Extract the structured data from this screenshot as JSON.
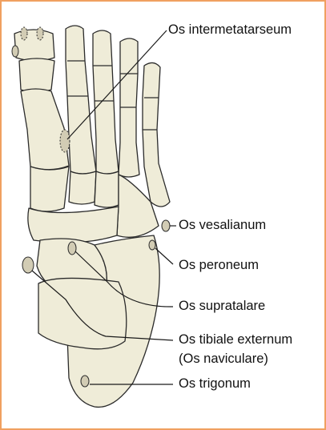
{
  "colors": {
    "frame": "#f0a060",
    "bone_fill": "#efecd8",
    "bone_stroke": "#2b2b2b",
    "ossicle_fill": "#d2ccb4",
    "leader": "#1a1a1a"
  },
  "labels": {
    "intermetatarseum": "Os intermetatarseum",
    "vesalianum": "Os vesalianum",
    "peroneum": "Os peroneum",
    "supratalare": "Os supratalare",
    "tibiale_externum": "Os tibiale externum",
    "naviculare": "(Os naviculare)",
    "trigonum": "Os trigonum"
  }
}
